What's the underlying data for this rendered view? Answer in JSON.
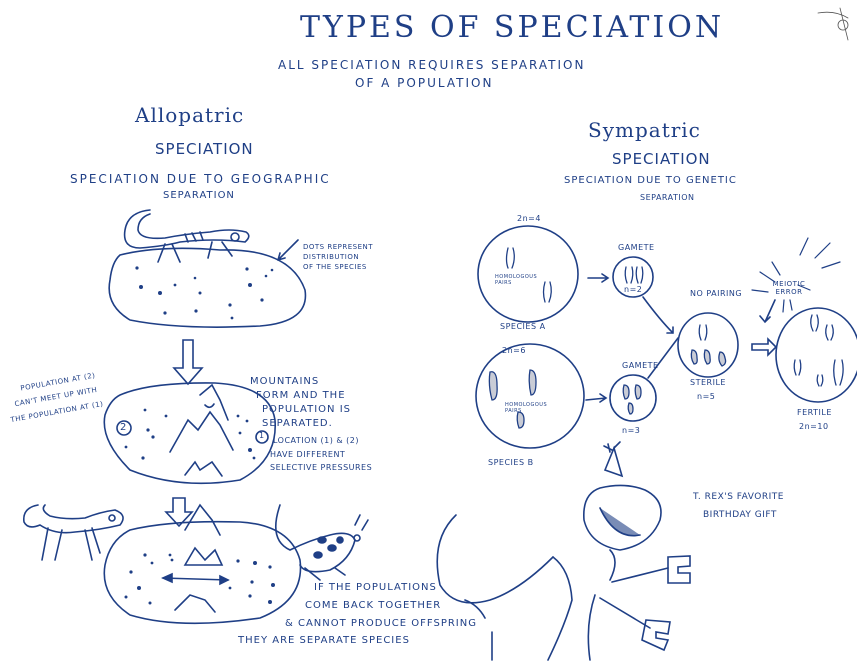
{
  "header": {
    "title": "Types of Speciation",
    "subtitle_line1": "All speciation requires separation",
    "subtitle_line2": "of a population"
  },
  "allopatric": {
    "title": "Allopatric",
    "title2": "Speciation",
    "description_line1": "Speciation due to geographic",
    "description_line2": "separation",
    "dots_note_line1": "Dots represent",
    "dots_note_line2": "distribution",
    "dots_note_line3": "of the species",
    "mountains_note": [
      "Mountains",
      "form and the",
      "population is",
      "separated.",
      "Location (1) & (2)",
      "have different",
      "selective pressures"
    ],
    "population_note": [
      "Population at (2)",
      "can't meet up with",
      "the population at (1)"
    ],
    "location_1": "1",
    "location_2": "2",
    "conclusion": [
      "If the populations",
      "come back together",
      "& cannot produce offspring",
      "they are separate species"
    ]
  },
  "sympatric": {
    "title": "Sympatric",
    "title2": "Speciation",
    "description_line1": "Speciation due to genetic",
    "description_line2": "separation",
    "species_a": {
      "label": "Species A",
      "ploidy": "2n=4",
      "note": "Homologous pairs"
    },
    "species_b": {
      "label": "Species B",
      "ploidy": "2n=6",
      "note": "Homologous pairs"
    },
    "gamete_a": {
      "label": "Gamete",
      "ploidy": "n=2"
    },
    "gamete_b": {
      "label": "Gamete",
      "ploidy": "n=3"
    },
    "hybrid": {
      "note": "No pairing",
      "label": "Sterile",
      "ploidy": "n=5"
    },
    "meiotic_error": "Meiotic error",
    "fertile": {
      "label": "Fertile",
      "ploidy": "2n=10"
    }
  },
  "trex_caption": [
    "T. Rex's favorite",
    "birthday gift"
  ],
  "colors": {
    "ink": "#1f3f86",
    "background": "#ffffff"
  }
}
